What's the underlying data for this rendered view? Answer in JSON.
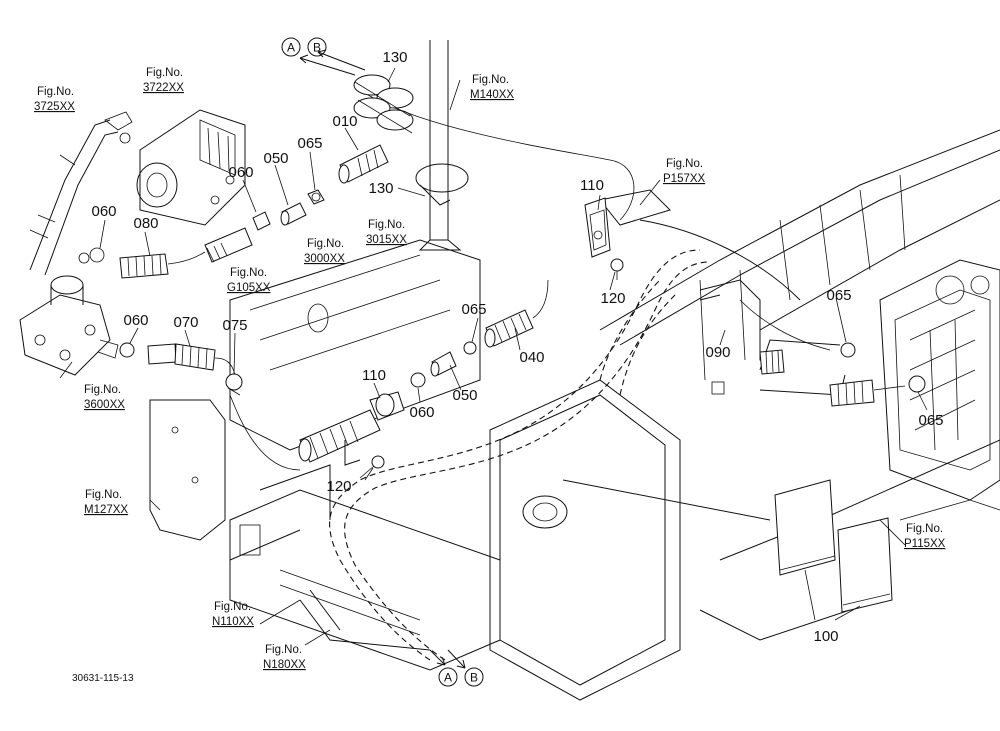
{
  "diagram": {
    "reference_code": "30631-115-13",
    "connectors": {
      "a": "A",
      "b": "B"
    },
    "part_numbers": {
      "p010": "010",
      "p040": "040",
      "p050_top": "050",
      "p050_mid": "050",
      "p060_left": "060",
      "p060_upper": "060",
      "p060_mid": "060",
      "p060_lower": "060",
      "p065_top": "065",
      "p065_mid": "065",
      "p065_right_top": "065",
      "p065_right_bottom": "065",
      "p070": "070",
      "p075": "075",
      "p080": "080",
      "p090": "090",
      "p100": "100",
      "p110_top": "110",
      "p110_mid": "110",
      "p120_top": "120",
      "p120_mid": "120",
      "p130_top": "130",
      "p130_mid": "130"
    },
    "figure_refs": [
      {
        "label": "Fig.No.",
        "number": "3725XX"
      },
      {
        "label": "Fig.No.",
        "number": "3722XX"
      },
      {
        "label": "Fig.No.",
        "number": "M140XX"
      },
      {
        "label": "Fig.No.",
        "number": "P157XX"
      },
      {
        "label": "Fig.No.",
        "number": "3015XX"
      },
      {
        "label": "Fig.No.",
        "number": "3000XX"
      },
      {
        "label": "Fig.No.",
        "number": "G105XX"
      },
      {
        "label": "Fig.No.",
        "number": "3600XX"
      },
      {
        "label": "Fig.No.",
        "number": "M127XX"
      },
      {
        "label": "Fig.No.",
        "number": "N110XX"
      },
      {
        "label": "Fig.No.",
        "number": "N180XX"
      },
      {
        "label": "Fig.No.",
        "number": "P115XX"
      }
    ]
  }
}
